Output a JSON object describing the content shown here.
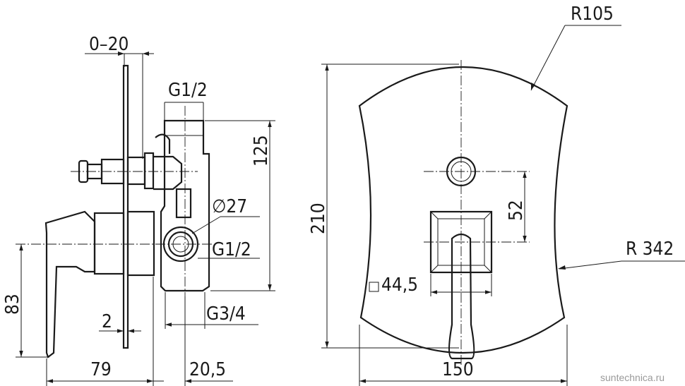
{
  "side_view": {
    "dim_offset": "0–20",
    "dim_thread_top": "G1/2",
    "dim_height": "125",
    "dim_diameter": "∅27",
    "dim_thread_mid": "G1/2",
    "dim_thread_bottom": "G3/4",
    "dim_plate": "2",
    "dim_lever_height": "83",
    "dim_depth": "79",
    "dim_body": "20,5"
  },
  "front_view": {
    "dim_radius_top": "R105",
    "dim_height": "210",
    "dim_offset": "52",
    "dim_radius_side": "R 342",
    "dim_square": "44,5",
    "dim_width": "150"
  },
  "watermark": "suntechnica.ru"
}
